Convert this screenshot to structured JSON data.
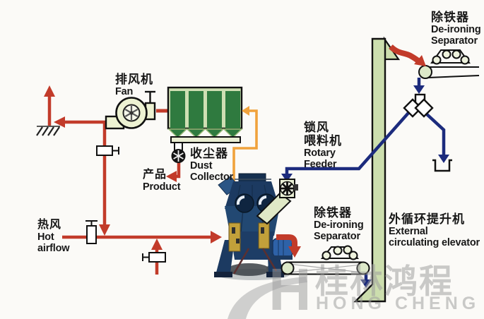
{
  "diagram": {
    "nodes": {
      "fan": {
        "zh": "排风机",
        "en": "Fan"
      },
      "dust_collector": {
        "zh": "收尘器",
        "en_line1": "Dust",
        "en_line2": "Collector"
      },
      "product": {
        "zh": "产品",
        "en": "Product"
      },
      "hot_airflow": {
        "zh": "热风",
        "en_line1": "Hot",
        "en_line2": "airflow"
      },
      "rotary_feeder": {
        "zh_line1": "锁风",
        "zh_line2": "喂料机",
        "en_line1": "Rotary",
        "en_line2": "Feeder"
      },
      "deironing_top": {
        "zh": "除铁器",
        "en_line1": "De-ironing",
        "en_line2": "Separator"
      },
      "deironing_bottom": {
        "zh": "除铁器",
        "en_line1": "De-ironing",
        "en_line2": "Separator"
      },
      "elevator": {
        "zh": "外循环提升机",
        "en_line1": "External",
        "en_line2": "circulating elevator"
      }
    },
    "watermark": {
      "monogram": "H",
      "zh": "桂林鸿程",
      "en": "HONG CHENG"
    },
    "colors": {
      "hot_air_red": "#c23b2a",
      "dust_air_orange": "#f0a23c",
      "material_navy": "#1c2b7d",
      "bag_green_dark": "#2f7a3f",
      "bag_green_light": "#cfdfb3",
      "elevator_green": "#ccdeae",
      "machine_pale_green": "#edf2d2",
      "mill_navy": "#1c3a61",
      "motor_blue": "#2e62a8",
      "hydraulic_yellow": "#c2a03a",
      "watermark_gray": "#b8b8b8"
    }
  }
}
